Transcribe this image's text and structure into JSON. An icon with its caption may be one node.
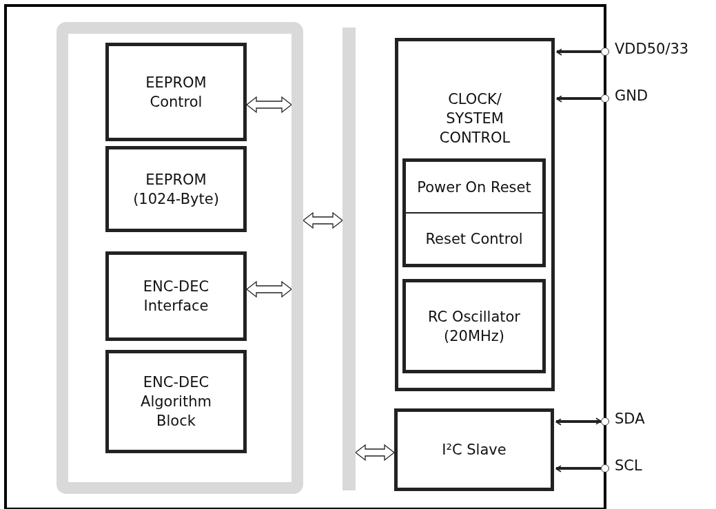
{
  "diagram": {
    "nodes": [
      {
        "text": [],
        "shape": "box"
      },
      {
        "text": [],
        "shape": "box",
        "in": 0
      },
      {
        "text": [
          "EEPROM Control"
        ],
        "in": 1
      },
      {
        "text": [
          "EEPROM (1024-Byte)"
        ],
        "in": 1
      },
      {
        "text": [
          "ENC-DEC Interface"
        ],
        "in": 1
      },
      {
        "text": [
          "ENC-DEC Algorithm Block"
        ],
        "in": 1
      },
      {
        "text": [],
        "shape": "bar",
        "in": 0
      },
      {
        "text": [
          "CLOCK/ SYSTEM CONTROL"
        ],
        "in": 0
      },
      {
        "text": [
          "Power On Reset",
          "Reset Control"
        ],
        "in": 7
      },
      {
        "text": [
          "RC Oscillator (20MHz)"
        ],
        "in": 7
      },
      {
        "text": [
          "I²C Slave"
        ],
        "in": 0
      },
      {
        "text": [],
        "shape": "circle",
        "beside": [
          "VDD50/33"
        ]
      },
      {
        "text": [],
        "shape": "circle",
        "beside": [
          "GND"
        ]
      },
      {
        "text": [],
        "shape": "circle",
        "beside": [
          "SDA"
        ]
      },
      {
        "text": [],
        "shape": "circle",
        "beside": [
          "SCL"
        ]
      }
    ],
    "edges": [
      {
        "from": 2,
        "to": 1,
        "arrow": "both"
      },
      {
        "from": 4,
        "to": 1,
        "arrow": "both"
      },
      {
        "from": 1,
        "to": 6,
        "arrow": "both"
      },
      {
        "from": 6,
        "to": 10,
        "arrow": "both"
      },
      {
        "from": 11,
        "to": 7,
        "arrow": "to"
      },
      {
        "from": 12,
        "to": 7,
        "arrow": "to"
      },
      {
        "from": 13,
        "to": 10,
        "arrow": "both"
      },
      {
        "from": 14,
        "to": 10,
        "arrow": "to"
      }
    ]
  }
}
